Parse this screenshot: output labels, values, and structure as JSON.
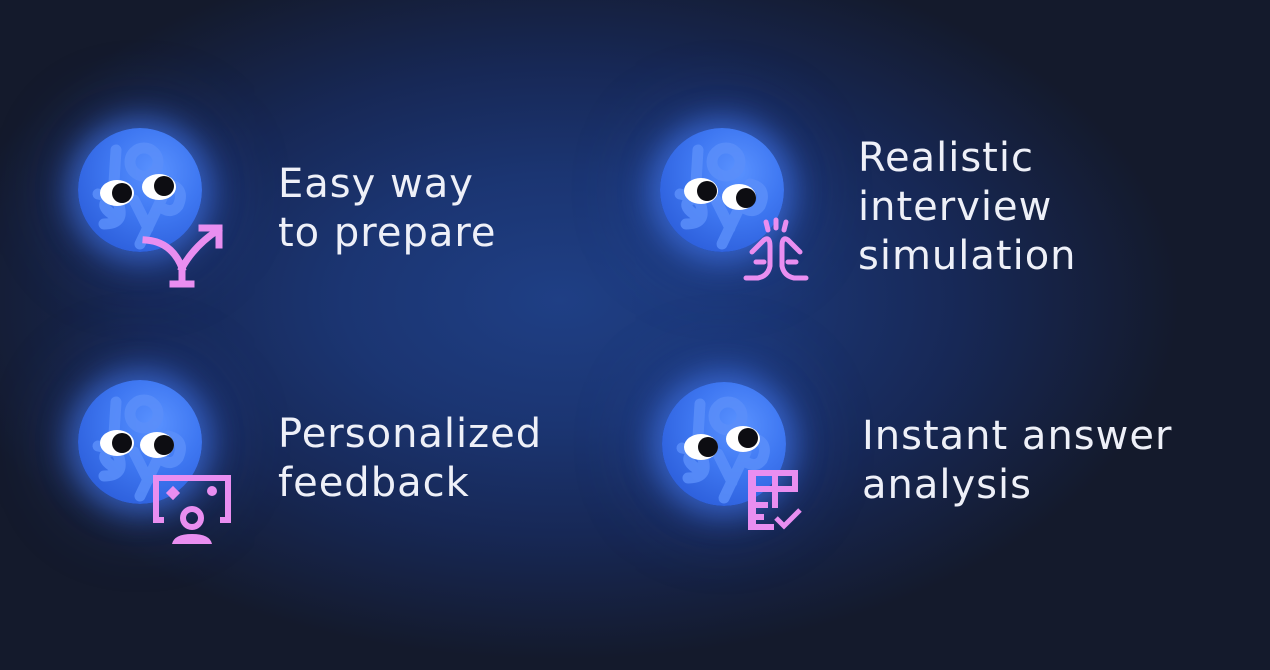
{
  "colors": {
    "background_center": "#1f3f85",
    "background_edge": "#141a2c",
    "orb": "#3f78f2",
    "icon_accent": "#e98ef0",
    "text": "#eef0f8"
  },
  "features": [
    {
      "lines": [
        "Easy way",
        "to prepare"
      ],
      "icon": "split-arrow-icon"
    },
    {
      "lines": [
        "Realistic",
        "interview",
        "simulation"
      ],
      "icon": "clapping-hands-icon"
    },
    {
      "lines": [
        "Personalized",
        "feedback"
      ],
      "icon": "video-call-screen-icon"
    },
    {
      "lines": [
        "Instant answer",
        "analysis"
      ],
      "icon": "checklist-icon"
    }
  ]
}
